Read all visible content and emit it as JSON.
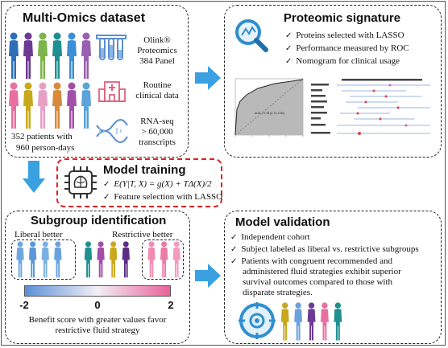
{
  "multiomics": {
    "title": "Multi-Omics dataset",
    "patients_line1": "352 patients with",
    "patients_line2": "960 person-days",
    "olink_line1": "Olink®",
    "olink_line2": "Proteomics",
    "olink_line3": "384 Panel",
    "routine_line1": "Routine",
    "routine_line2": "clinical data",
    "rnaseq_line1": "RNA-seq",
    "rnaseq_line2": "> 60,000",
    "rnaseq_line3": "transcripts"
  },
  "proteomic": {
    "title": "Proteomic signature",
    "bullets": [
      "Proteins selected with LASSO",
      "Performance measured by ROC",
      "Nomogram for clinical usage"
    ],
    "roc_auc_label": "AUC = 0.78 (0.74–0.82)"
  },
  "training": {
    "title": "Model training",
    "formula": "E(Y|T, X) = g(X) + TΔ(X)/2",
    "bullet2": "Feature selection with LASSO"
  },
  "subgroup": {
    "title": "Subgroup identification",
    "liberal": "Liberal better",
    "restrictive": "Restrictive better",
    "tick_min": "-2",
    "tick_mid": "0",
    "tick_max": "2",
    "caption_line1": "Benefit score with greater values favor",
    "caption_line2": "restrictive fluid strategy",
    "colors": {
      "neg": "#5b8fd8",
      "mid": "#f3f0f6",
      "pos": "#e8609a"
    }
  },
  "validation": {
    "title": "Model validation",
    "b1": "Independent cohort",
    "b2": "Subject labeled as liberal vs. restrictive subgroups",
    "b3_l1": "Patients with congruent recommended and",
    "b3_l2": "administered fluid strategies exhibit superior",
    "b3_l3": "survival outcomes compared to those with",
    "b3_l4": "disparate strategies."
  },
  "icons": [
    "person-icon",
    "test-tube-icon",
    "hospital-icon",
    "dna-icon",
    "magnifier-icon",
    "chip-icon",
    "target-gear-icon"
  ],
  "arrow_color": "#3aa0e0"
}
